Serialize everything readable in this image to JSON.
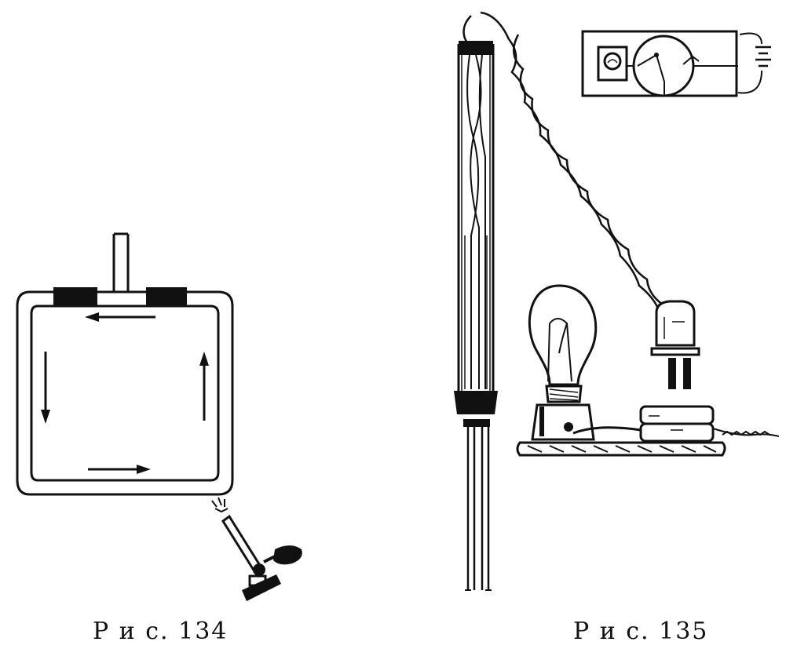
{
  "figures": [
    {
      "id": "fig134",
      "caption": "Р и с.  134",
      "subject": "convection-tube-loop-heated-by-burner",
      "flow_direction": "counterclockwise"
    },
    {
      "id": "fig135",
      "caption": "Р и с.  135",
      "subject": "immersion-heater-with-cord-plug-and-lamp",
      "inset": "circuit-schematic"
    }
  ],
  "colors": {
    "ink": "#111111",
    "paper": "#ffffff"
  }
}
